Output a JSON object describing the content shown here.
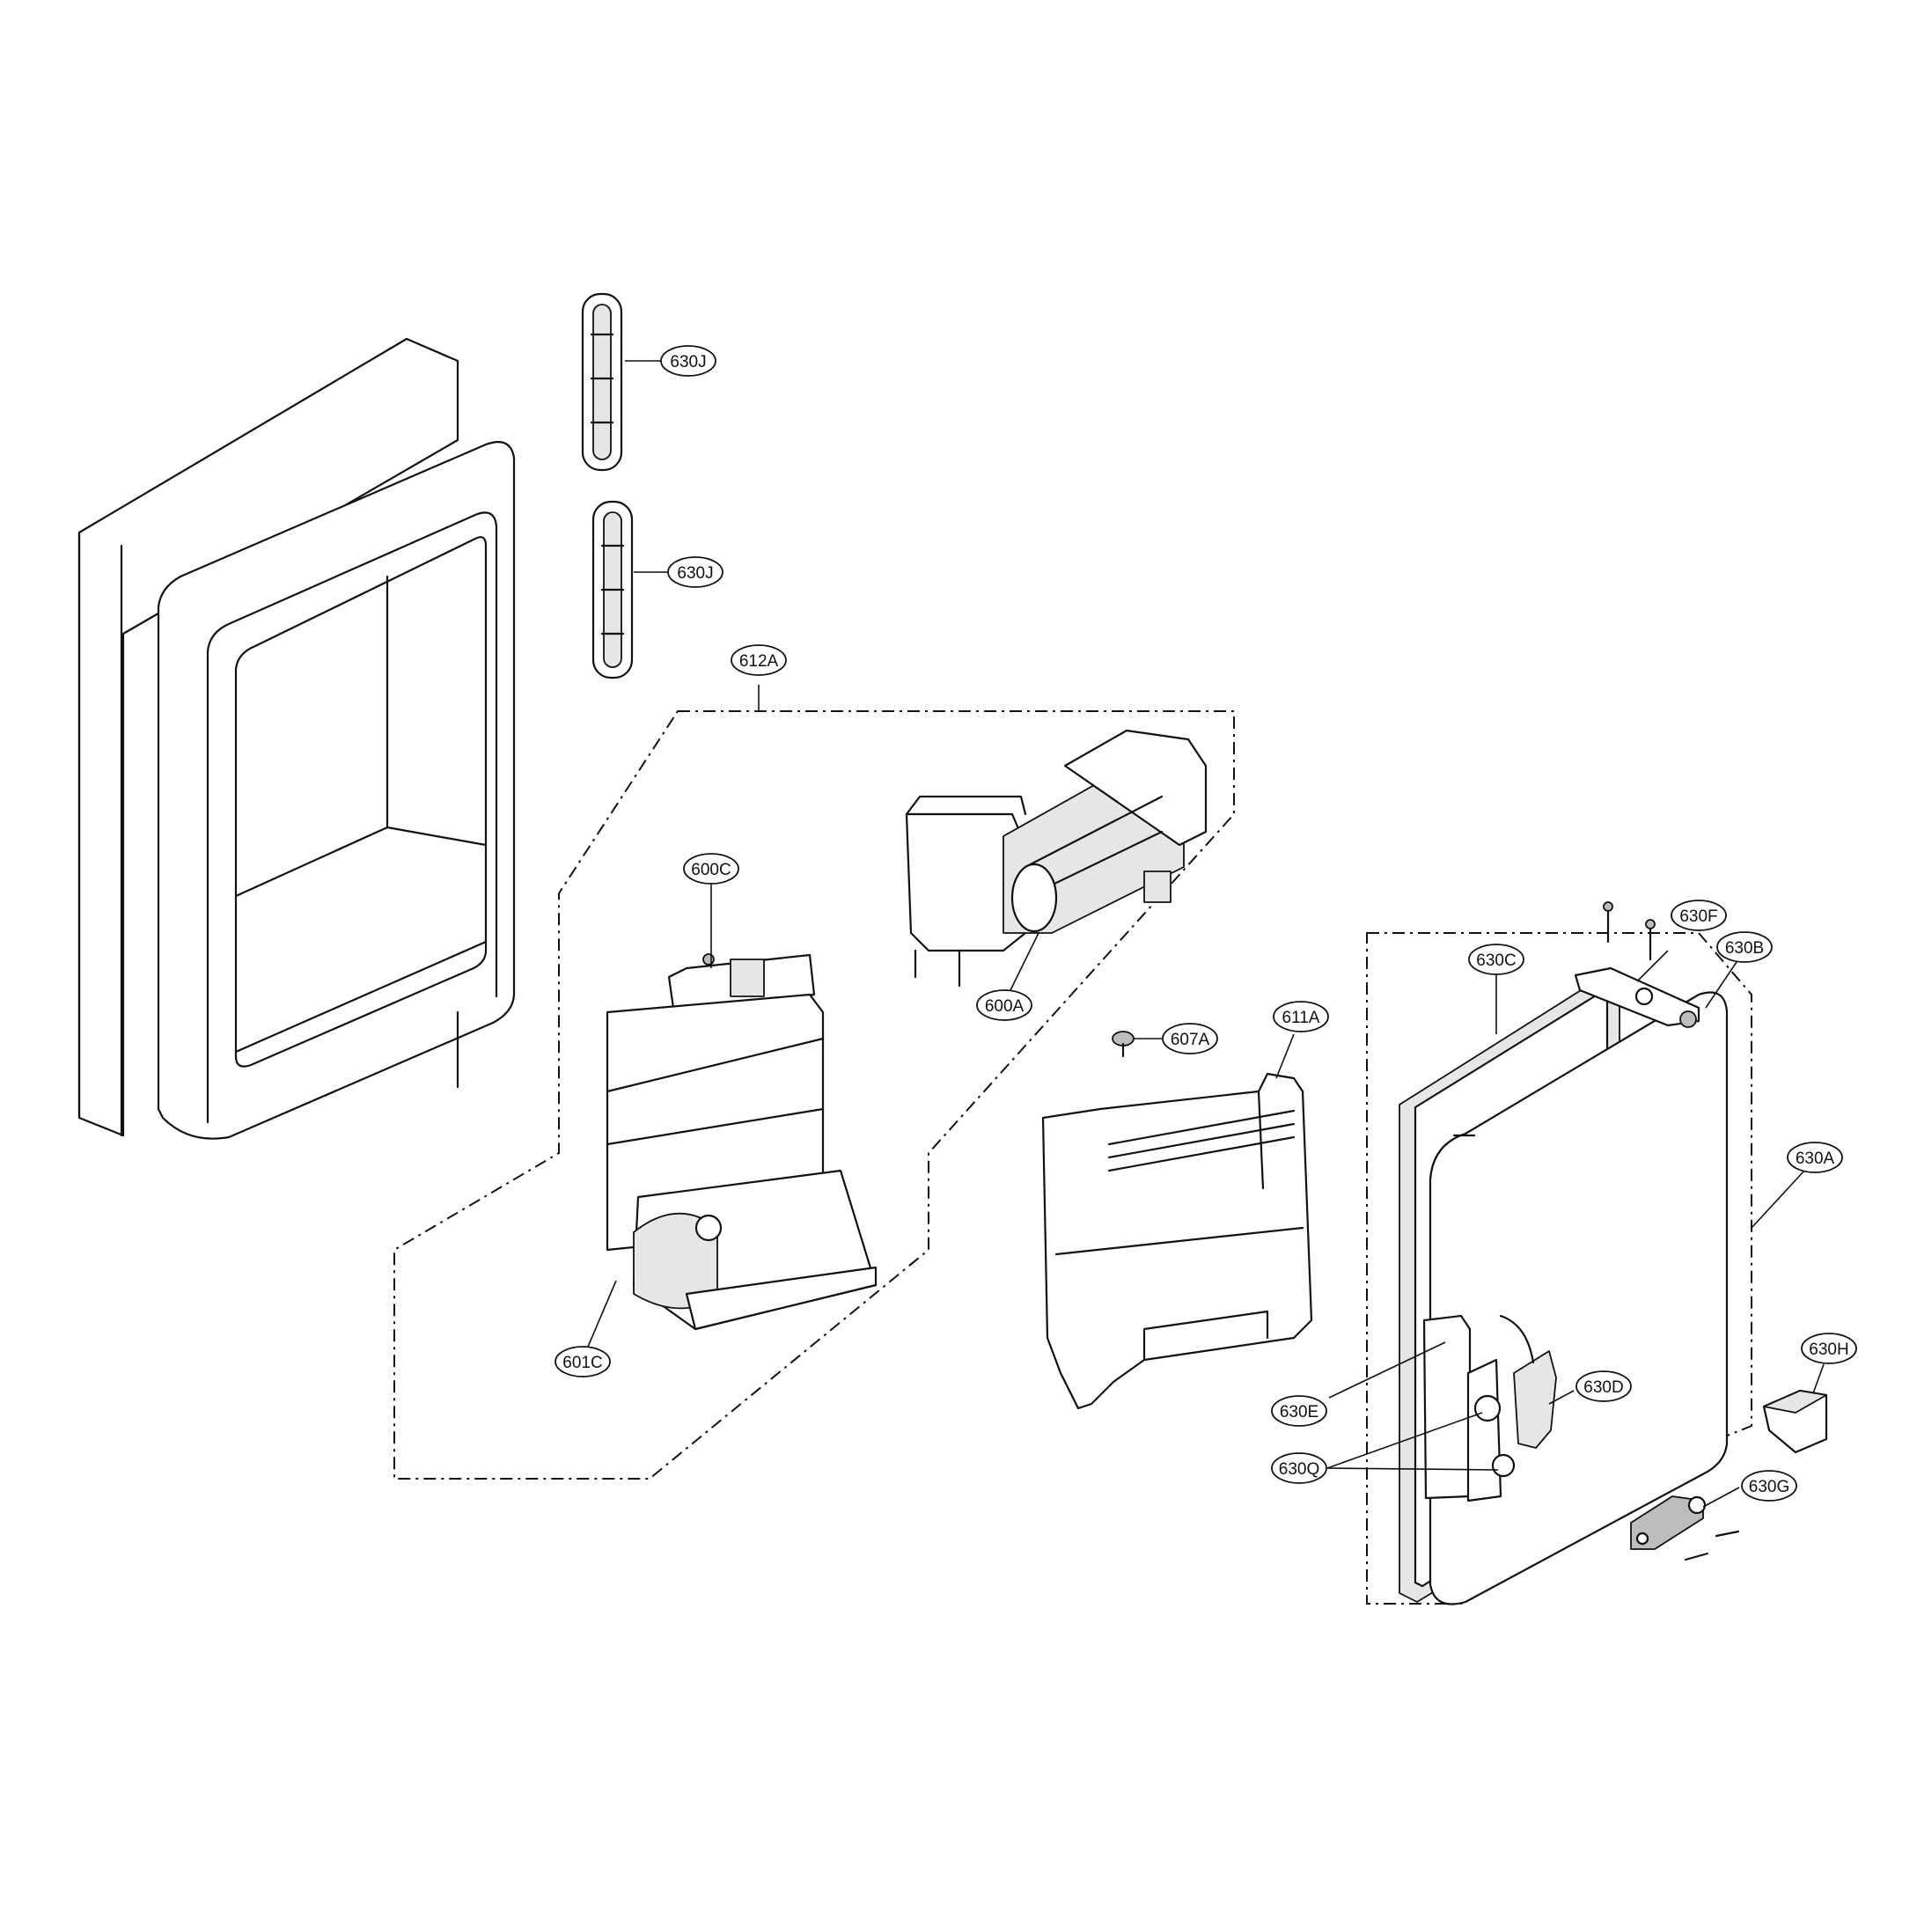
{
  "diagram": {
    "callouts": [
      {
        "id": "630J-top",
        "label": "630J"
      },
      {
        "id": "630J-bottom",
        "label": "630J"
      },
      {
        "id": "612A",
        "label": "612A"
      },
      {
        "id": "600C",
        "label": "600C"
      },
      {
        "id": "600A",
        "label": "600A"
      },
      {
        "id": "601C",
        "label": "601C"
      },
      {
        "id": "607A",
        "label": "607A"
      },
      {
        "id": "611A",
        "label": "611A"
      },
      {
        "id": "630F",
        "label": "630F"
      },
      {
        "id": "630B",
        "label": "630B"
      },
      {
        "id": "630C",
        "label": "630C"
      },
      {
        "id": "630A",
        "label": "630A"
      },
      {
        "id": "630H",
        "label": "630H"
      },
      {
        "id": "630D",
        "label": "630D"
      },
      {
        "id": "630E",
        "label": "630E"
      },
      {
        "id": "630Q",
        "label": "630Q"
      },
      {
        "id": "630G",
        "label": "630G"
      }
    ]
  }
}
